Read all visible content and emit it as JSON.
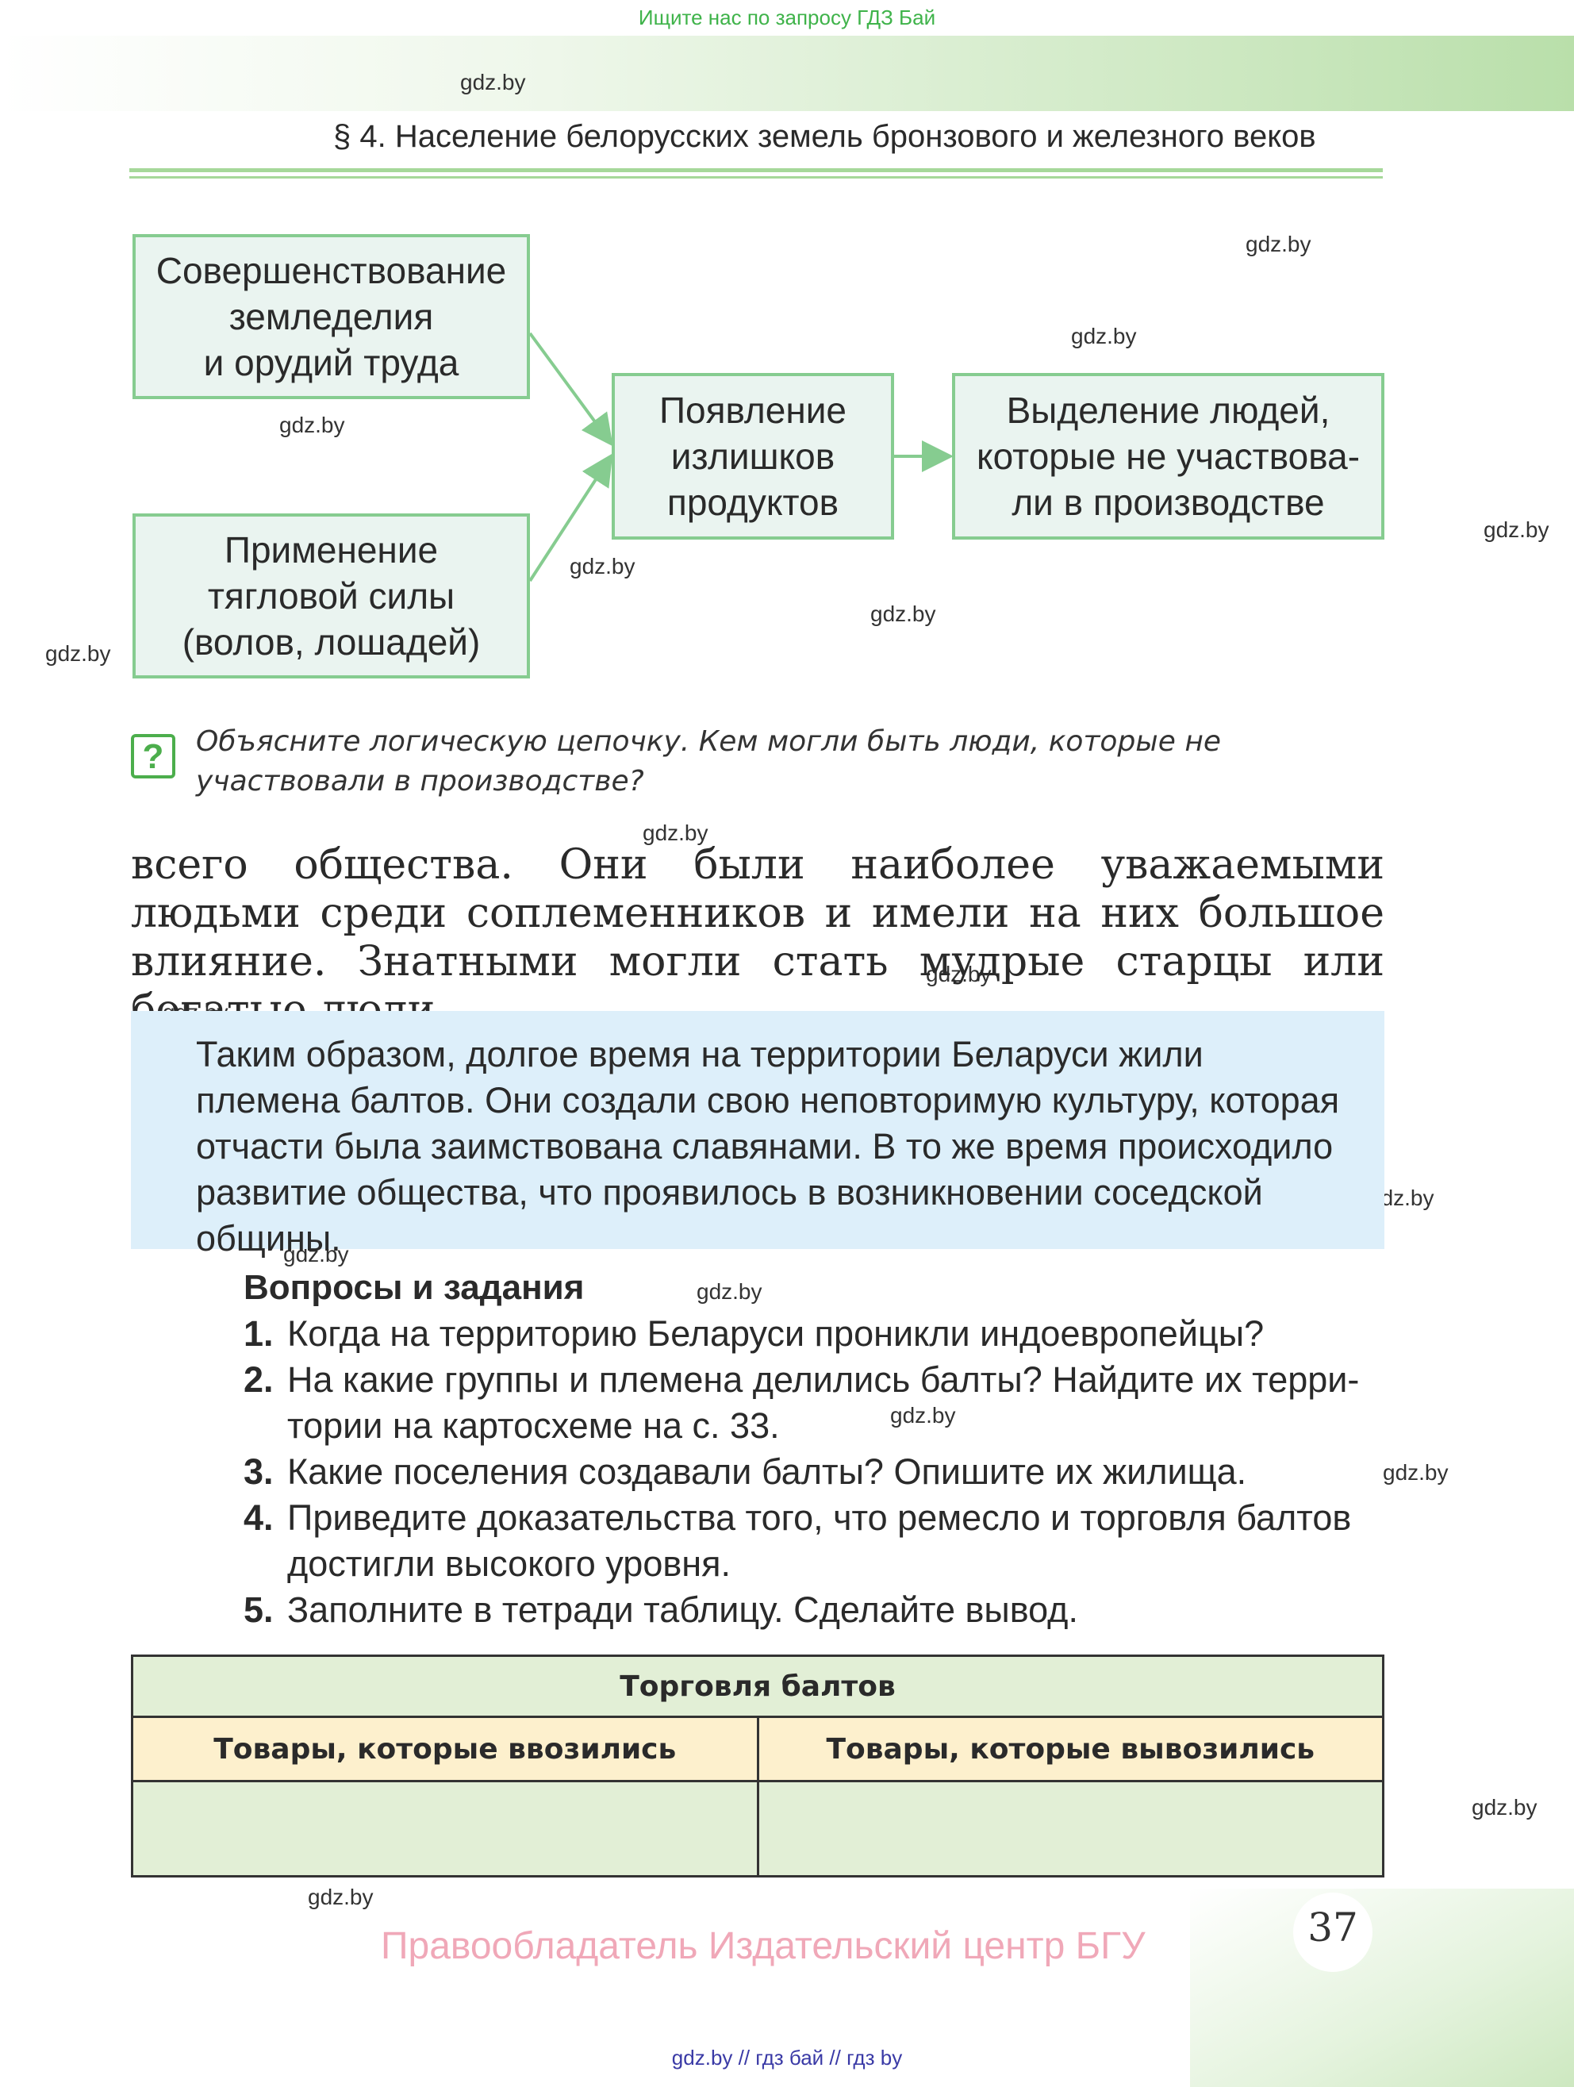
{
  "top_banner": "Ищите нас по запросу ГДЗ Бай",
  "header": {
    "title": "§ 4. Население белорусских земель бронзового и железного веков"
  },
  "watermark": "gdz.by",
  "diagram": {
    "box1": "Совершенствование\nземледелия\nи орудий труда",
    "box2": "Применение\nтягловой силы\n(волов, лошадей)",
    "box3": "Появление\nизлишков\nпродуктов",
    "box4": "Выделение людей,\nкоторые не участвова-\nли в производстве"
  },
  "question_prompt": {
    "icon": "?",
    "text": "Объясните логическую цепочку. Кем могли быть люди, которые не участвовали в производстве?"
  },
  "paragraph": "всего общества. Они были наиболее уважаемыми людьми среди соплеменников и имели на них большое влияние. Знатными могли стать мудрые старцы или богатые люди.",
  "summary": "Таким образом, долгое время на территории Беларуси жили племена балтов. Они создали свою неповторимую культуру, которая отчасти была заимствована славянами. В то же время происходило развитие общества, что проявилось в возникновении соседской общины.",
  "questions": {
    "heading": "Вопросы и задания",
    "items": [
      {
        "num": "1.",
        "text": "Когда на территорию Беларуси проникли индоевропейцы?"
      },
      {
        "num": "2.",
        "text": "На какие группы и племена делились балты? Найдите их терри-тории на картосхеме на с. 33."
      },
      {
        "num": "3.",
        "text": "Какие поселения создавали балты? Опишите их жилища."
      },
      {
        "num": "4.",
        "text": "Приведите доказательства того, что ремесло и торговля балтов достигли высокого уровня."
      },
      {
        "num": "5.",
        "text": "Заполните в тетради таблицу. Сделайте вывод."
      }
    ]
  },
  "table": {
    "title": "Торговля балтов",
    "col1": "Товары, которые ввозились",
    "col2": "Товары, которые вывозились"
  },
  "copyright": "Правообладатель Издательский центр БГУ",
  "page_number": "37",
  "footer": "gdz.by  //  гдз бай  //  гдз by"
}
